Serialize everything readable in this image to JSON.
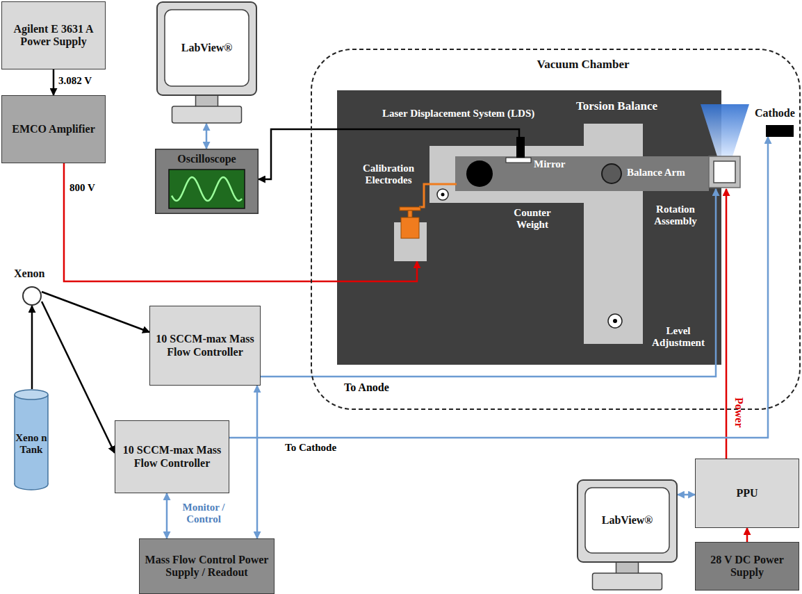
{
  "diagram": {
    "nodes": [
      {
        "text": [
          "Agilent E 3631 A Power Supply"
        ]
      },
      {
        "text": [
          "LabView®"
        ]
      },
      {
        "text": [
          "Vacuum Chamber"
        ]
      },
      {
        "text": [
          "Torsion Balance"
        ],
        "in": 2
      },
      {
        "text": [
          "Laser Displacement System (LDS)"
        ],
        "in": 3
      },
      {
        "text": [
          "Calibration Electrodes"
        ],
        "in": 3
      },
      {
        "text": [
          "Cathode"
        ],
        "in": 2
      },
      {
        "text": [
          "EMCO Amplifier"
        ]
      },
      {
        "text": [
          "Oscilloscope"
        ]
      },
      {
        "text": [
          "Xenon"
        ]
      },
      {
        "text": [
          "10 SCCM-max Mass Flow Controller"
        ]
      },
      {
        "text": [
          "Xeno n Tank"
        ]
      },
      {
        "text": [
          "10 SCCM-max Mass Flow Controller"
        ]
      },
      {
        "text": [
          "LabView®"
        ]
      },
      {
        "text": [
          "PPU"
        ]
      },
      {
        "text": [
          "Mass Flow Control Power Supply / Readout"
        ]
      },
      {
        "text": [
          "28 V DC Power Supply"
        ]
      }
    ],
    "edges": [
      {
        "from": 0,
        "to": 7,
        "arrow": "to",
        "label": "3.082 V"
      },
      {
        "from": 7,
        "to": 5,
        "arrow": "to",
        "label": "800 V"
      },
      {
        "from": 1,
        "to": 8,
        "arrow": "both"
      },
      {
        "from": 4,
        "to": 8,
        "arrow": "to"
      },
      {
        "from": 11,
        "to": 9,
        "arrow": "to"
      },
      {
        "from": 9,
        "to": 10,
        "arrow": "to"
      },
      {
        "from": 9,
        "to": 12,
        "arrow": "to"
      },
      {
        "from": 12,
        "to": 6,
        "arrow": "to",
        "label": "To Cathode"
      },
      {
        "from": 15,
        "to": 10,
        "arrow": "both"
      },
      {
        "from": 15,
        "to": 12,
        "arrow": "both"
      },
      {
        "from": 13,
        "to": 14,
        "arrow": "both"
      },
      {
        "from": 16,
        "to": 14,
        "arrow": "to"
      }
    ],
    "labels": [
      "Mirror",
      "Counter Weight",
      "Balance Arm",
      "Rotation Assembly",
      "Level Adjustment",
      "To Anode",
      "Power",
      "Monitor / Control"
    ]
  }
}
